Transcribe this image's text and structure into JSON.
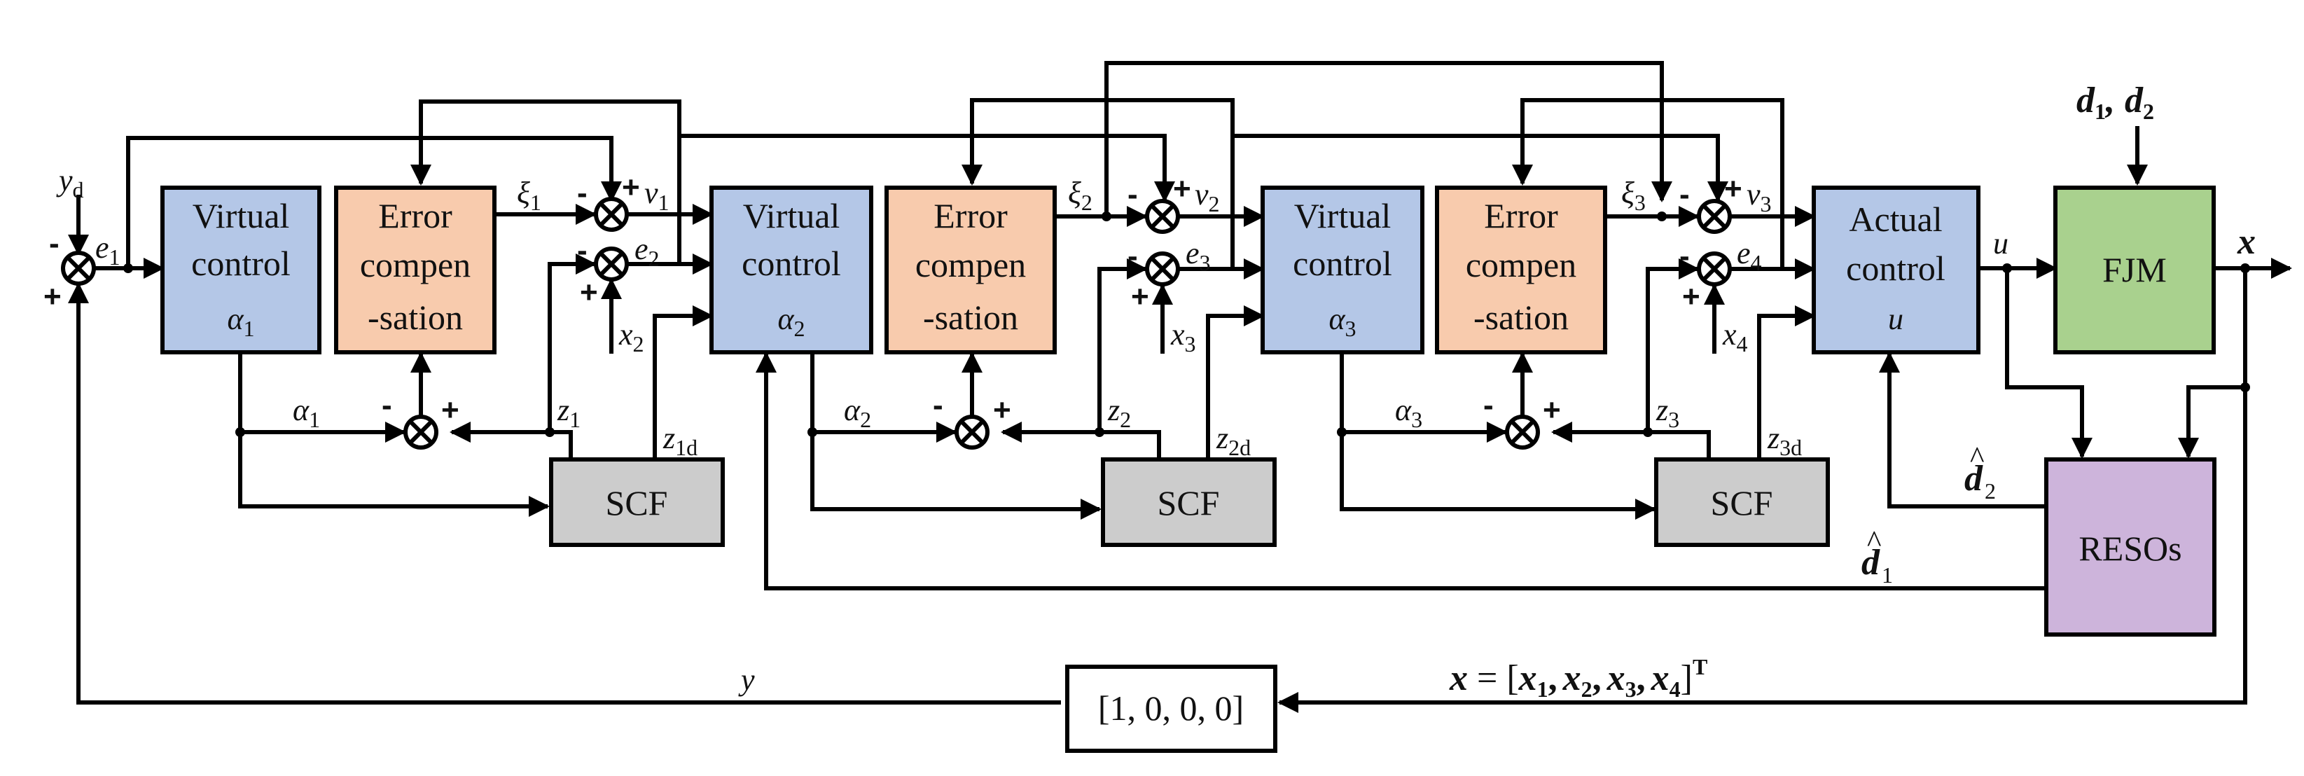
{
  "blocks": {
    "vc1": {
      "line1": "Virtual",
      "line2": "control",
      "sym": "α",
      "sub": "1"
    },
    "vc2": {
      "line1": "Virtual",
      "line2": "control",
      "sym": "α",
      "sub": "2"
    },
    "vc3": {
      "line1": "Virtual",
      "line2": "control",
      "sym": "α",
      "sub": "3"
    },
    "ec1": {
      "line1": "Error",
      "line2": "compen",
      "line3": "-sation"
    },
    "ec2": {
      "line1": "Error",
      "line2": "compen",
      "line3": "-sation"
    },
    "ec3": {
      "line1": "Error",
      "line2": "compen",
      "line3": "-sation"
    },
    "ac": {
      "line1": "Actual",
      "line2": "control",
      "sym": "u"
    },
    "fjm": {
      "label": "FJM"
    },
    "resos": {
      "label": "RESOs"
    },
    "scf1": {
      "label": "SCF"
    },
    "scf2": {
      "label": "SCF"
    },
    "scf3": {
      "label": "SCF"
    },
    "out": {
      "label": "[1, 0, 0, 0]"
    }
  },
  "signals": {
    "yd": {
      "sym": "y",
      "sub": "d"
    },
    "e1": {
      "sym": "e",
      "sub": "1"
    },
    "e2": {
      "sym": "e",
      "sub": "2"
    },
    "e3": {
      "sym": "e",
      "sub": "3"
    },
    "e4": {
      "sym": "e",
      "sub": "4"
    },
    "xi1": {
      "sym": "ξ",
      "sub": "1"
    },
    "xi2": {
      "sym": "ξ",
      "sub": "2"
    },
    "xi3": {
      "sym": "ξ",
      "sub": "3"
    },
    "v1": {
      "sym": "v",
      "sub": "1"
    },
    "v2": {
      "sym": "v",
      "sub": "2"
    },
    "v3": {
      "sym": "v",
      "sub": "3"
    },
    "x2": {
      "sym": "x",
      "sub": "2"
    },
    "x3": {
      "sym": "x",
      "sub": "3"
    },
    "x4": {
      "sym": "x",
      "sub": "4"
    },
    "a1": {
      "sym": "α",
      "sub": "1"
    },
    "a2": {
      "sym": "α",
      "sub": "2"
    },
    "a3": {
      "sym": "α",
      "sub": "3"
    },
    "z1": {
      "sym": "z",
      "sub": "1"
    },
    "z2": {
      "sym": "z",
      "sub": "2"
    },
    "z3": {
      "sym": "z",
      "sub": "3"
    },
    "z1d": {
      "sym": "z",
      "sub": "1d"
    },
    "z2d": {
      "sym": "z",
      "sub": "2d"
    },
    "z3d": {
      "sym": "z",
      "sub": "3d"
    },
    "u": {
      "sym": "u"
    },
    "x": {
      "sym": "x"
    },
    "y": {
      "sym": "y"
    },
    "dh1": {
      "sym": "d",
      "sub": "1"
    },
    "dh2": {
      "sym": "d",
      "sub": "2"
    },
    "hat": "^",
    "d12": {
      "d": "d",
      "s1": "1",
      "sep": ",",
      "s2": "2"
    },
    "xvec": {
      "lhs": "x",
      "eq": " = [",
      "comps": [
        {
          "sym": "x",
          "sub": "1"
        },
        {
          "sym": "x",
          "sub": "2"
        },
        {
          "sym": "x",
          "sub": "3"
        },
        {
          "sym": "x",
          "sub": "4"
        }
      ],
      "comma": ",",
      "close": "]",
      "sup": "T"
    }
  },
  "signs": {
    "minus": "-",
    "plus": "+"
  },
  "colors": {
    "virtual": "#b4c7e7",
    "error": "#f8cbad",
    "fjm": "#a9d18e",
    "resos": "#cdb4db",
    "scf": "#cccccc",
    "out": "#ffffff"
  }
}
